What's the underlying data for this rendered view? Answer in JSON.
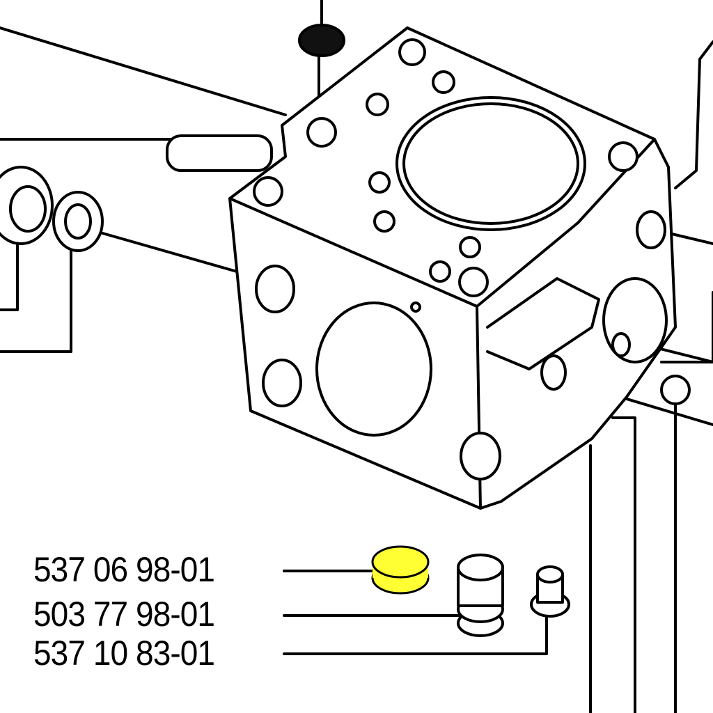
{
  "diagram": {
    "highlight_color": "#ffff33",
    "part_numbers": [
      {
        "label": "537 06 98-01",
        "part": "plug",
        "highlighted": true
      },
      {
        "label": "503 77 98-01",
        "part": "valve"
      },
      {
        "label": "537 10 83-01",
        "part": "screw"
      }
    ]
  }
}
